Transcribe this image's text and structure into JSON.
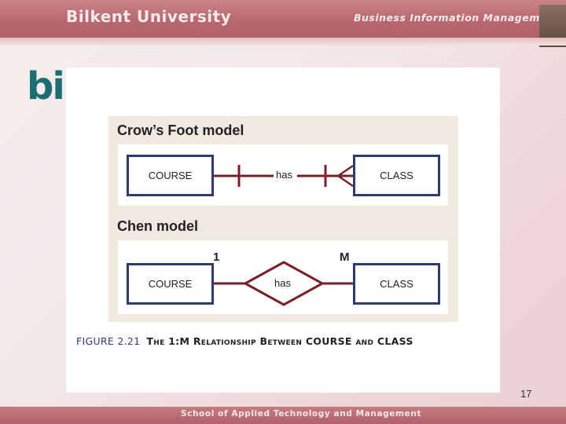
{
  "header": {
    "university": "Bilkent University",
    "department": "Business Information Management"
  },
  "logo": {
    "text": "bim"
  },
  "diagram": {
    "crows_foot": {
      "title": "Crow’s Foot model",
      "left_entity": "COURSE",
      "right_entity": "CLASS",
      "relationship": "has"
    },
    "chen": {
      "title": "Chen model",
      "left_entity": "COURSE",
      "right_entity": "CLASS",
      "relationship": "has",
      "left_cardinality": "1",
      "right_cardinality": "M"
    },
    "caption": {
      "number": "FIGURE 2.21",
      "title": "The 1:M Relationship Between COURSE and CLASS"
    }
  },
  "footer": {
    "text": "School of Applied Technology and Management",
    "slide_number": "17"
  },
  "colors": {
    "header": "#b86870",
    "entity_border": "#2f3a72",
    "relationship_line": "#7a1f2a",
    "logo": "#1d6e73"
  }
}
